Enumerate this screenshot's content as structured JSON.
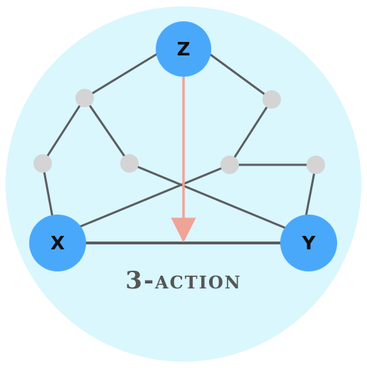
{
  "diagram": {
    "caption": "3-action",
    "nodes": {
      "z": "Z",
      "x": "X",
      "y": "Y"
    },
    "colors": {
      "background_disc": "#d9f7fd",
      "main_node": "#4aa8fb",
      "aux_node": "#d4d4d4",
      "edge": "#5b5d60",
      "arrow": "#f0a397"
    }
  }
}
